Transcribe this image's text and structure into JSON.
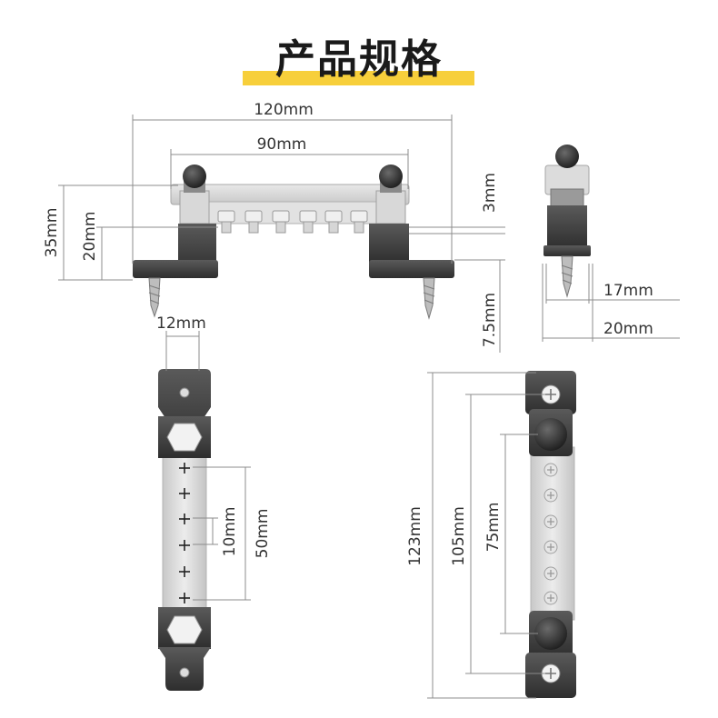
{
  "title": "产品规格",
  "colors": {
    "accent_bar": "#f7cf3b",
    "body_dark": "#3c3c3c",
    "bar_clear": "#d9d9d9",
    "dimension_line": "#8c8c8c",
    "text": "#333333"
  },
  "dimensions": {
    "front_total_width": "120mm",
    "front_post_spacing": "90mm",
    "front_total_height": "35mm",
    "front_bar_height": "20mm",
    "front_bar_thickness": "3mm",
    "front_screw_length": "7.5mm",
    "side_width_inner": "17mm",
    "side_width_outer": "20mm",
    "top_bar_width": "12mm",
    "top_terminal_pitch": "10mm",
    "top_terminal_span": "50mm",
    "bottom_total_length": "123mm",
    "bottom_mount_spacing": "105mm",
    "bottom_post_spacing": "75mm"
  },
  "icons": {
    "cap_nut": "dome-cap-nut-icon",
    "terminal_screw": "phillips-screw-icon",
    "hex_nut": "hex-nut-icon",
    "wood_screw": "wood-screw-icon"
  }
}
